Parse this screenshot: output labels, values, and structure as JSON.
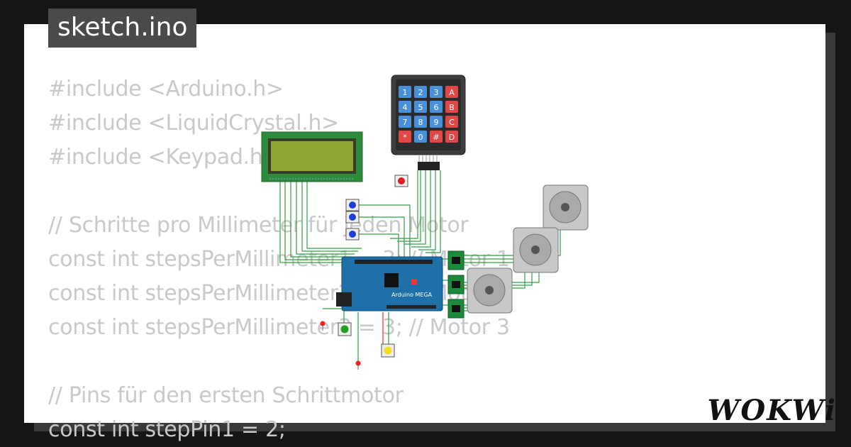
{
  "file_tab": {
    "label": "sketch.ino"
  },
  "code_lines": [
    "#include <Arduino.h>",
    "#include <LiquidCrystal.h>",
    "#include <Keypad.h>",
    "",
    "// Schritte pro Millimeter für jeden Motor",
    "const int stepsPerMillimeter1 = 3; // Motor 1",
    "const int stepsPerMillimeter2 = 3; // Motor 2",
    "const int stepsPerMillimeter3 = 3; // Motor 3",
    "",
    "// Pins für den ersten Schrittmotor",
    "const int stepPin1 = 2;"
  ],
  "brand": {
    "logo": "WOKWi"
  },
  "circuit": {
    "board_label": "Arduino MEGA",
    "keypad_keys": [
      "1",
      "2",
      "3",
      "A",
      "4",
      "5",
      "6",
      "B",
      "7",
      "8",
      "9",
      "C",
      "*",
      "0",
      "#",
      "D"
    ],
    "colors": {
      "board": "#1f6fa8",
      "lcd_pcb": "#2e8b3d",
      "lcd_screen": "#8fa632",
      "wire": "#2ea043",
      "key_blue": "#4a90d9",
      "key_red": "#e04848"
    }
  }
}
